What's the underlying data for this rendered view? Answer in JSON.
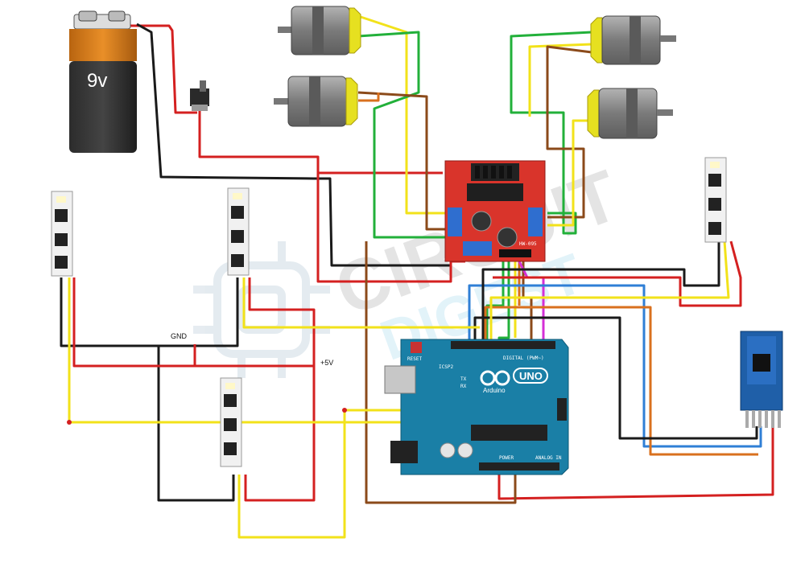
{
  "labels": {
    "battery": "9v",
    "gnd": "GND",
    "vcc": "+5V",
    "arduino_brand": "Arduino",
    "arduino_model": "UNO",
    "reset": "RESET",
    "icsp": "ICSP2",
    "tx": "TX",
    "rx": "RX",
    "digital": "DIGITAL (PWM~)",
    "power": "POWER",
    "analog": "ANALOG IN",
    "driver_model": "HW-095",
    "watermark_top": "CIRCUIT",
    "watermark_bottom": "DIGEST"
  },
  "colors": {
    "arduino": "#1a7fa6",
    "driver": "#d9342b",
    "motor_body": "#8a8a8a",
    "motor_cap": "#e6e020",
    "wire_red": "#d42020",
    "wire_black": "#1a1a1a",
    "wire_yellow": "#f2e21a",
    "wire_green": "#22b03a",
    "wire_brown": "#8b4a1a",
    "wire_orange": "#d9701e",
    "wire_blue": "#2f7fd6",
    "wire_magenta": "#d52fd6"
  }
}
